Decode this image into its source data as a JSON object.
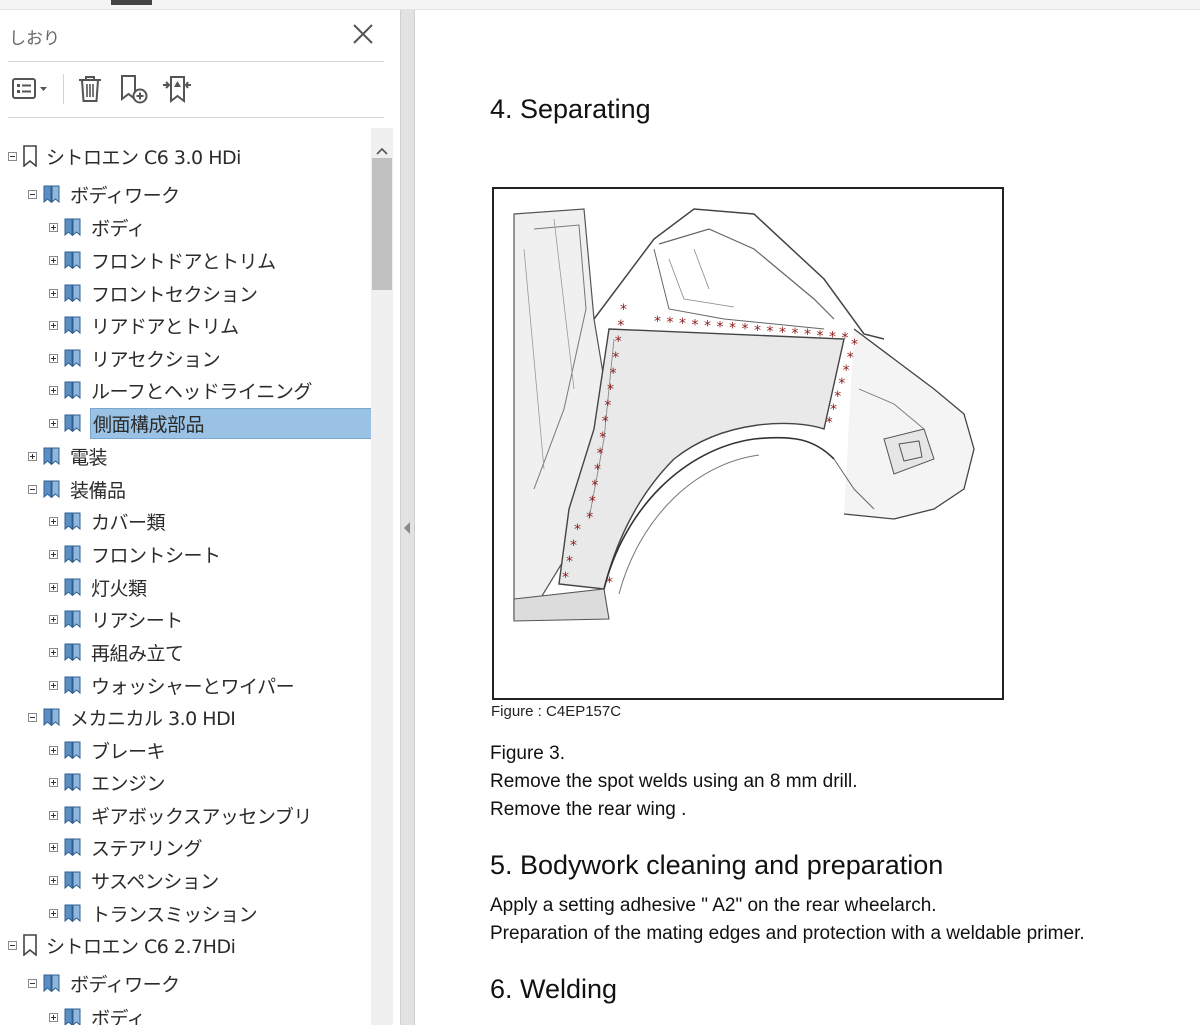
{
  "bookmarks_pane": {
    "title": "しおり",
    "close_icon": "close-icon",
    "toolbar_icons": [
      "options-menu-icon",
      "delete-icon",
      "new-bookmark-icon",
      "expand-bookmark-icon"
    ],
    "items": [
      {
        "label": "シトロエン C6  3.0 HDi",
        "level": 0,
        "expanded": true,
        "icon": "bookmark-outline-icon"
      },
      {
        "label": "ボディワーク",
        "level": 1,
        "expanded": true,
        "icon": "bookmark-icon"
      },
      {
        "label": "ボディ",
        "level": 2,
        "expanded": false,
        "icon": "bookmark-icon"
      },
      {
        "label": "フロントドアとトリム",
        "level": 2,
        "expanded": false,
        "icon": "bookmark-icon"
      },
      {
        "label": "フロントセクション",
        "level": 2,
        "expanded": false,
        "icon": "bookmark-icon"
      },
      {
        "label": "リアドアとトリム",
        "level": 2,
        "expanded": false,
        "icon": "bookmark-icon"
      },
      {
        "label": "リアセクション",
        "level": 2,
        "expanded": false,
        "icon": "bookmark-icon"
      },
      {
        "label": "ルーフとヘッドライニング",
        "level": 2,
        "expanded": false,
        "icon": "bookmark-icon"
      },
      {
        "label": "側面構成部品",
        "level": 2,
        "expanded": false,
        "icon": "bookmark-icon",
        "selected": true
      },
      {
        "label": "電装",
        "level": 1,
        "expanded": false,
        "icon": "bookmark-icon"
      },
      {
        "label": "装備品",
        "level": 1,
        "expanded": true,
        "icon": "bookmark-icon"
      },
      {
        "label": "カバー類",
        "level": 2,
        "expanded": false,
        "icon": "bookmark-icon"
      },
      {
        "label": "フロントシート",
        "level": 2,
        "expanded": false,
        "icon": "bookmark-icon"
      },
      {
        "label": "灯火類",
        "level": 2,
        "expanded": false,
        "icon": "bookmark-icon"
      },
      {
        "label": "リアシート",
        "level": 2,
        "expanded": false,
        "icon": "bookmark-icon"
      },
      {
        "label": "再組み立て",
        "level": 2,
        "expanded": false,
        "icon": "bookmark-icon"
      },
      {
        "label": "ウォッシャーとワイパー",
        "level": 2,
        "expanded": false,
        "icon": "bookmark-icon"
      },
      {
        "label": "メカニカル 3.0 HDI",
        "level": 1,
        "expanded": true,
        "icon": "bookmark-icon"
      },
      {
        "label": "ブレーキ",
        "level": 2,
        "expanded": false,
        "icon": "bookmark-icon"
      },
      {
        "label": "エンジン",
        "level": 2,
        "expanded": false,
        "icon": "bookmark-icon"
      },
      {
        "label": "ギアボックスアッセンブリ",
        "level": 2,
        "expanded": false,
        "icon": "bookmark-icon"
      },
      {
        "label": "ステアリング",
        "level": 2,
        "expanded": false,
        "icon": "bookmark-icon"
      },
      {
        "label": "サスペンション",
        "level": 2,
        "expanded": false,
        "icon": "bookmark-icon"
      },
      {
        "label": "トランスミッション",
        "level": 2,
        "expanded": false,
        "icon": "bookmark-icon"
      },
      {
        "label": "シトロエン C6  2.7HDi",
        "level": 0,
        "expanded": true,
        "icon": "bookmark-outline-icon"
      },
      {
        "label": "ボディワーク",
        "level": 1,
        "expanded": true,
        "icon": "bookmark-icon"
      },
      {
        "label": "ボディ",
        "level": 2,
        "expanded": false,
        "icon": "bookmark-icon"
      }
    ]
  },
  "document": {
    "section4_heading": "4. Separating",
    "figure_caption": "Figure : C4EP157C",
    "figure_ref": "Figure 3.",
    "step1": "Remove the spot welds using an 8 mm drill.",
    "step2": "Remove the rear wing .",
    "section5_heading": "5. Bodywork cleaning and preparation",
    "step3": "Apply a setting adhesive \" A2\" on the rear wheelarch.",
    "step4": "Preparation of the mating edges and protection with a weldable primer.",
    "section6_heading": "6. Welding"
  },
  "colors": {
    "selected_row": "#99c2e4",
    "bookmark_icon": "#4a7fb5",
    "weld_marker": "#8b1a1a"
  }
}
